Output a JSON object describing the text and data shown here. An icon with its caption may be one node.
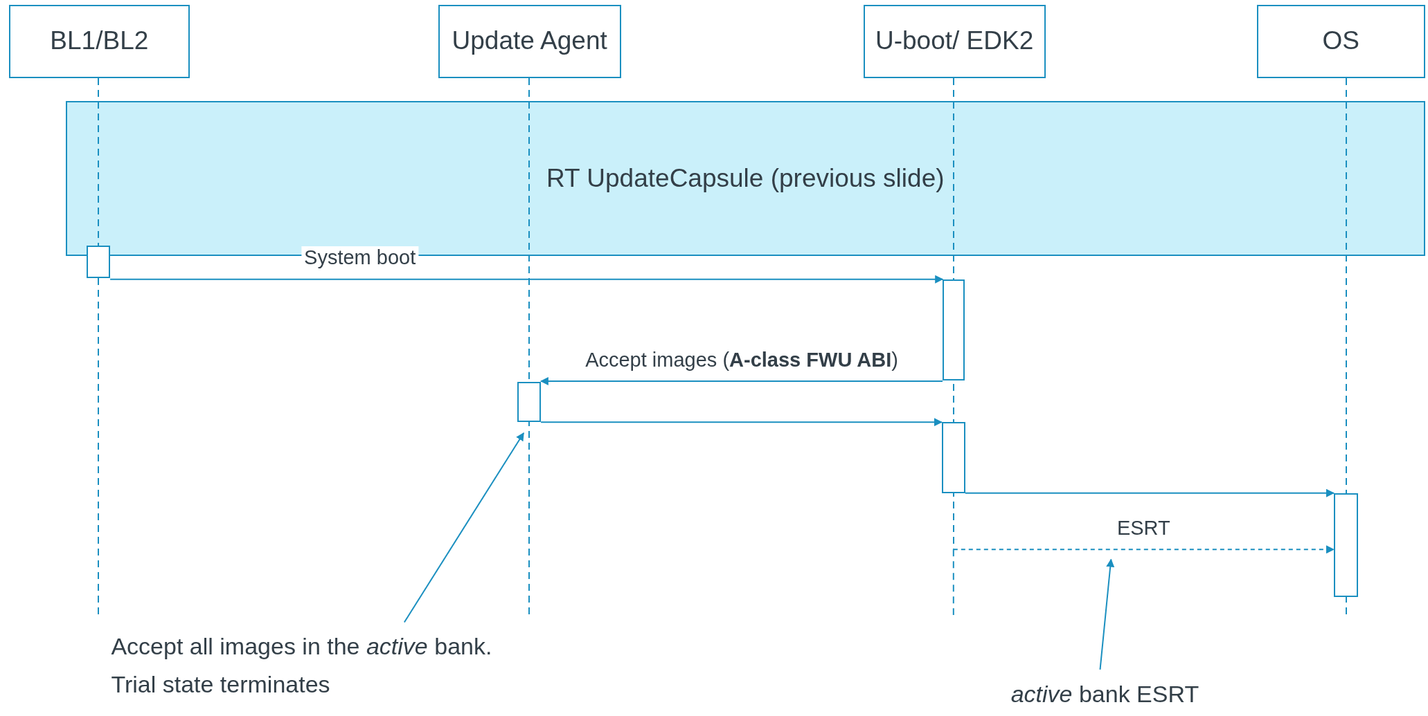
{
  "diagram": {
    "nodes": [
      {
        "text": [
          "BL1/BL2"
        ]
      },
      {
        "text": [
          "Update Agent"
        ]
      },
      {
        "text": [
          "U-boot/ EDK2"
        ]
      },
      {
        "text": [
          "OS"
        ]
      },
      {
        "text": [
          "RT UpdateCapsule (previous slide)"
        ]
      },
      {
        "text": [],
        "shape": "bar",
        "in": 0
      },
      {
        "text": [],
        "shape": "bar",
        "in": 2
      },
      {
        "text": [],
        "shape": "bar",
        "in": 1
      },
      {
        "text": [],
        "shape": "bar",
        "in": 2
      },
      {
        "text": [],
        "shape": "bar",
        "in": 3
      },
      {
        "text": [
          "Accept all images in the *active* bank.",
          "Trial state terminates"
        ]
      },
      {
        "text": [
          "*active* bank ESRT"
        ]
      }
    ],
    "edges": [
      {
        "from": 5,
        "to": 6,
        "arrow": "to",
        "label": "System boot"
      },
      {
        "from": 6,
        "to": 7,
        "arrow": "to",
        "label": "Accept images (**A-class FWU ABI**)"
      },
      {
        "from": 7,
        "to": 8,
        "arrow": "to"
      },
      {
        "from": 8,
        "to": 9,
        "arrow": "to"
      },
      {
        "from": 2,
        "to": 9,
        "arrow": "to",
        "label": "ESRT",
        "style": "dashed"
      },
      {
        "from": 10,
        "to": 7,
        "arrow": "to"
      },
      {
        "from": 11,
        "to": null,
        "arrow": "to"
      }
    ]
  }
}
